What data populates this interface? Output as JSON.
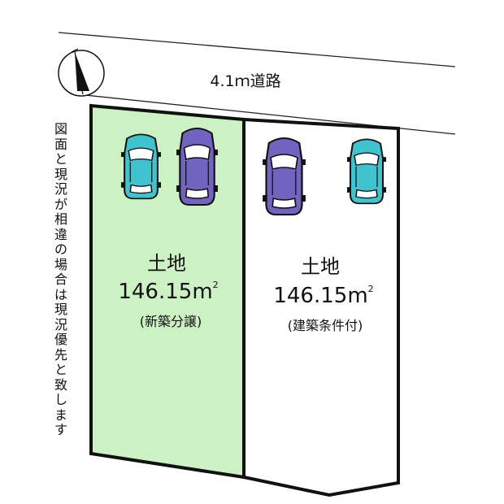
{
  "road": {
    "label": "4.1ｍ道路"
  },
  "lots": [
    {
      "name": "土地",
      "area": "146.15",
      "unit": "m",
      "sup": "2",
      "note": "(新築分譲)",
      "fill": "#ccf2c4"
    },
    {
      "name": "土地",
      "area": "146.15",
      "unit": "m",
      "sup": "2",
      "note": "(建築条件付)",
      "fill": "#ffffff"
    }
  ],
  "side_note": "図面と現況が相違の場合は現況優先と致します",
  "icons": [
    "compass-north-icon",
    "car-icon"
  ],
  "colors": {
    "lot_green": "#ccf2c4",
    "car_cyan": "#3fc4cf",
    "car_purple": "#7064c0",
    "outline": "#111111"
  }
}
